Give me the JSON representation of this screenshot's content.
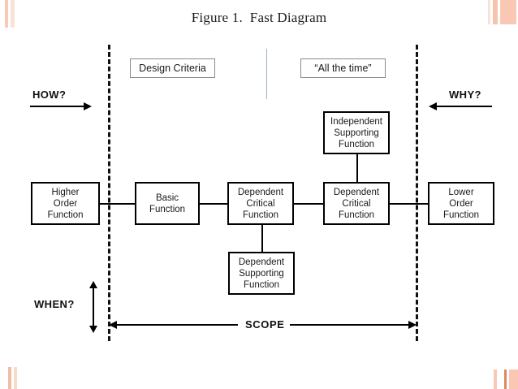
{
  "figure": {
    "title": "Figure 1.  Fast Diagram"
  },
  "criteria_boxes": [
    {
      "id": "design-criteria",
      "label": "Design Criteria"
    },
    {
      "id": "all-the-time",
      "label": "“All the time”"
    }
  ],
  "direction_labels": {
    "how": "HOW?",
    "why": "WHY?",
    "when": "WHEN?"
  },
  "scope": {
    "label": "SCOPE"
  },
  "function_boxes": {
    "higher_order": {
      "line1": "Higher",
      "line2": "Order",
      "line3": "Function"
    },
    "basic": {
      "line1": "Basic",
      "line2": "Function",
      "line3": ""
    },
    "dependent_critical_1": {
      "line1": "Dependent",
      "line2": "Critical",
      "line3": "Function"
    },
    "dependent_critical_2": {
      "line1": "Dependent",
      "line2": "Critical",
      "line3": "Function"
    },
    "lower_order": {
      "line1": "Lower",
      "line2": "Order",
      "line3": "Function"
    },
    "independent_supporting": {
      "line1": "Independent",
      "line2": "Supporting",
      "line3": "Function"
    },
    "dependent_supporting": {
      "line1": "Dependent",
      "line2": "Supporting",
      "line3": "Function"
    }
  },
  "colors": {
    "line": "#000000",
    "text": "#1a1a1a",
    "criteria_border": "#8a8a8a",
    "divider": "#9bb3c4",
    "stripe_light": "#f9ddd2",
    "stripe_mid": "#f7c3ae",
    "stripe_dark": "#e8a07f",
    "background": "#ffffff"
  }
}
